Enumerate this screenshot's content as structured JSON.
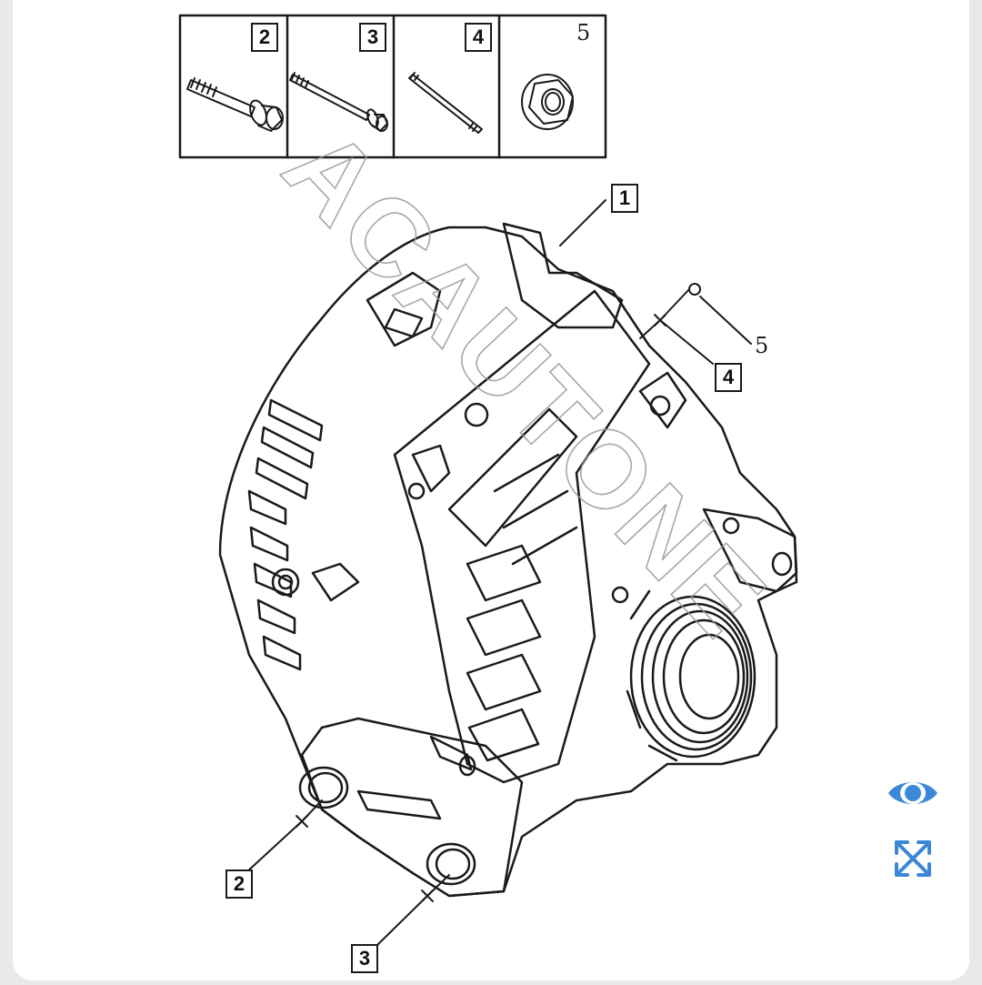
{
  "legend": {
    "parts": [
      {
        "label": "2",
        "icon": "long-flange-bolt-icon"
      },
      {
        "label": "3",
        "icon": "long-thin-bolt-icon"
      },
      {
        "label": "4",
        "icon": "stud-icon"
      },
      {
        "label": "5",
        "icon": "flange-nut-icon"
      }
    ]
  },
  "callouts": {
    "c1": "1",
    "c2": "2",
    "c3": "3",
    "c4": "4",
    "c5": "5"
  },
  "watermark": "ACAUTONE",
  "toolbar": {
    "view_icon": "eye-icon",
    "fullscreen_icon": "expand-icon",
    "accent": "#3d88d6"
  },
  "colors": {
    "line": "#1a1a1a",
    "watermark": "#9a9a9a",
    "background": "#ffffff"
  }
}
